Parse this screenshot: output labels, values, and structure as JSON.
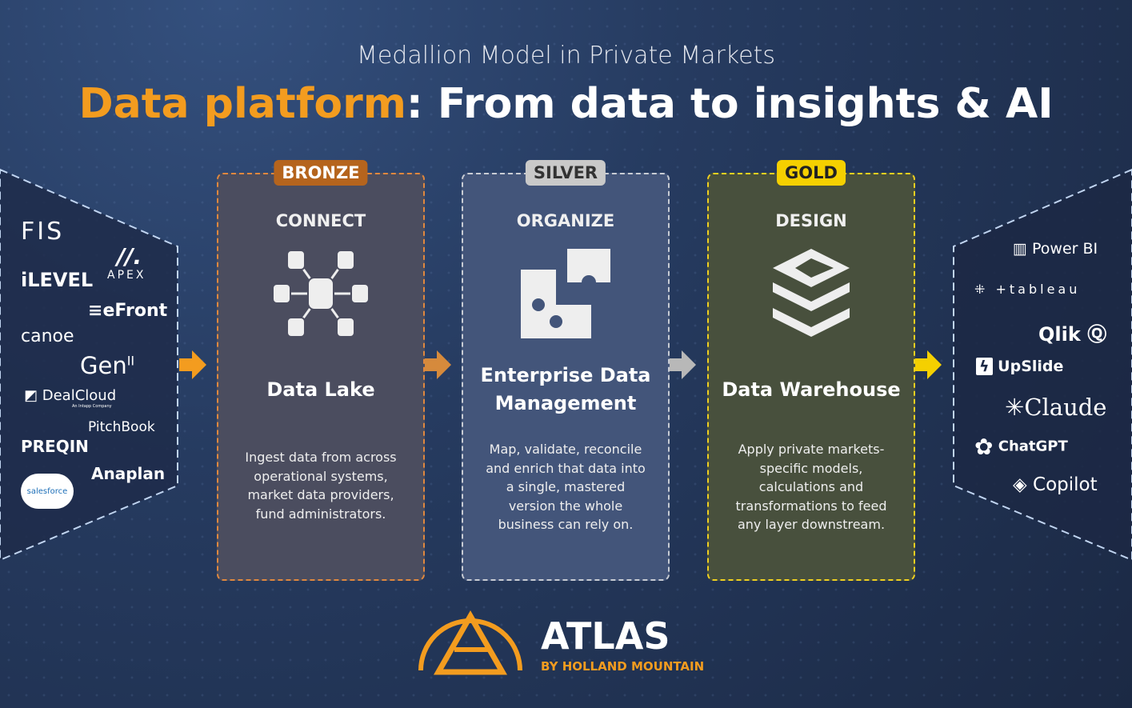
{
  "header": {
    "subtitle": "Medallion Model in Private Markets",
    "title_accent": "Data platform",
    "title_rest": ": From data to insights & AI"
  },
  "sources": [
    "FIS",
    "APEX",
    "iLEVEL",
    "eFront",
    "canoe",
    "Gen",
    "II",
    "DealCloud",
    "An Intapp Company",
    "PitchBook",
    "PREQIN",
    "Anaplan",
    "salesforce"
  ],
  "tools": [
    "Power BI",
    "tableau",
    "Qlik",
    "UpSlide",
    "Claude",
    "ChatGPT",
    "Copilot"
  ],
  "layers": [
    {
      "badge": "BRONZE",
      "step": "CONNECT",
      "name": "Data Lake",
      "desc": "Ingest data from across operational systems, market data providers, fund administrators.",
      "color": "#f39c1f"
    },
    {
      "badge": "SILVER",
      "step": "ORGANIZE",
      "name": "Enterprise Data Management",
      "desc": "Map, validate, reconcile and enrich that data into a single, mastered version the whole business can rely on.",
      "color": "#c8c8c8"
    },
    {
      "badge": "GOLD",
      "step": "DESIGN",
      "name": "Data Warehouse",
      "desc": "Apply private markets-specific models, calculations and transformations to feed any layer downstream.",
      "color": "#f5d000"
    }
  ],
  "brand": {
    "name": "ATLAS",
    "tagline": "BY HOLLAND MOUNTAIN"
  }
}
